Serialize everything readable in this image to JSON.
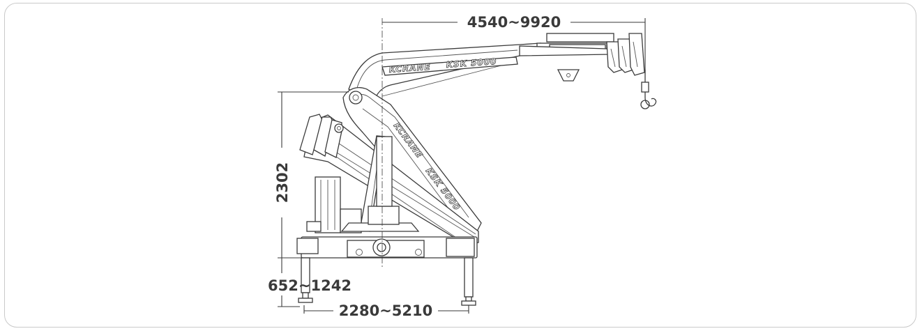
{
  "dimensions": {
    "reach": "4540~9920",
    "height": "2302",
    "outrigger_height": "652~1242",
    "outrigger_span": "2280~5210"
  },
  "labels": {
    "brand_main_boom": "KCRANE",
    "model_main_boom": "KSK 5000",
    "brand_inner_boom": "KCRANE",
    "model_inner_boom": "KSK 5000"
  }
}
